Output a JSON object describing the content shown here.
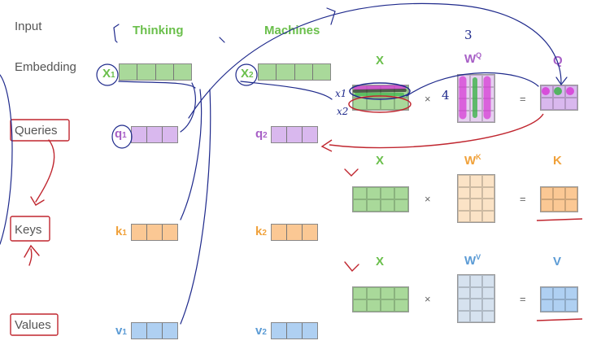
{
  "labels": {
    "input": "Input",
    "embedding": "Embedding",
    "queries": "Queries",
    "keys": "Keys",
    "values": "Values"
  },
  "words": {
    "w1": "Thinking",
    "w2": "Machines"
  },
  "vectors": {
    "x1": "X",
    "x1_sub": "1",
    "x2": "X",
    "x2_sub": "2",
    "q1": "q",
    "q1_sub": "1",
    "q2": "q",
    "q2_sub": "2",
    "k1": "k",
    "k1_sub": "1",
    "k2": "k",
    "k2_sub": "2",
    "v1": "v",
    "v1_sub": "1",
    "v2": "v",
    "v2_sub": "2"
  },
  "matmul": {
    "x_label": "X",
    "wq": "W",
    "wq_sup": "Q",
    "wk": "W",
    "wk_sup": "K",
    "wv": "W",
    "wv_sup": "V",
    "q_label": "Q",
    "k_label": "K",
    "v_label": "V",
    "times": "×",
    "equals": "="
  },
  "annotations": {
    "three": "3",
    "four": "4",
    "x1_hand": "x1",
    "x2_hand": "x2"
  },
  "colors": {
    "green": "#6abf4b",
    "green_fill": "#a9d99a",
    "purple": "#a75fc6",
    "purple_fill": "#d9b8ee",
    "orange": "#f0a13a",
    "orange_fill": "#fbc894",
    "blue": "#5b9bd5",
    "blue_fill": "#afd0f2",
    "ink_blue": "#1f2a8c",
    "ink_red": "#c0262f"
  }
}
